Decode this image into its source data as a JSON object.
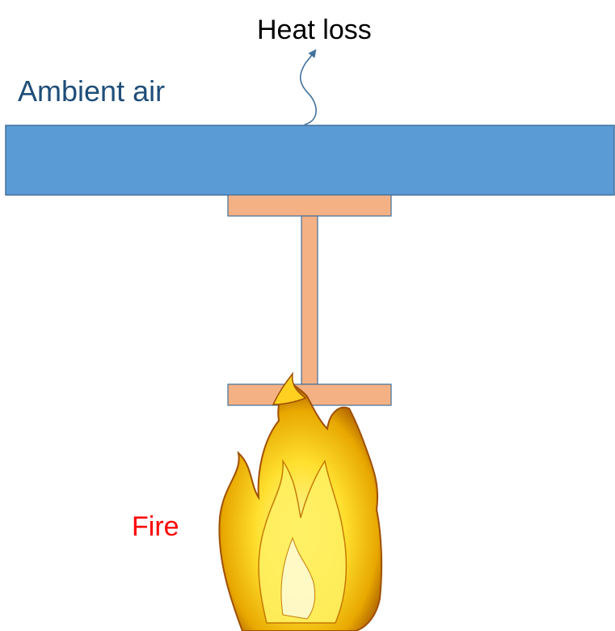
{
  "labels": {
    "heat_loss": "Heat loss",
    "ambient_air": "Ambient air",
    "fire": "Fire"
  },
  "colors": {
    "slab": "#5b9bd5",
    "slab_stroke": "#41719c",
    "steel": "#f4b183",
    "steel_stroke": "#41719c",
    "arrow": "#41719c",
    "ambient_text": "#1f4e79",
    "fire_text": "#ff0000"
  }
}
